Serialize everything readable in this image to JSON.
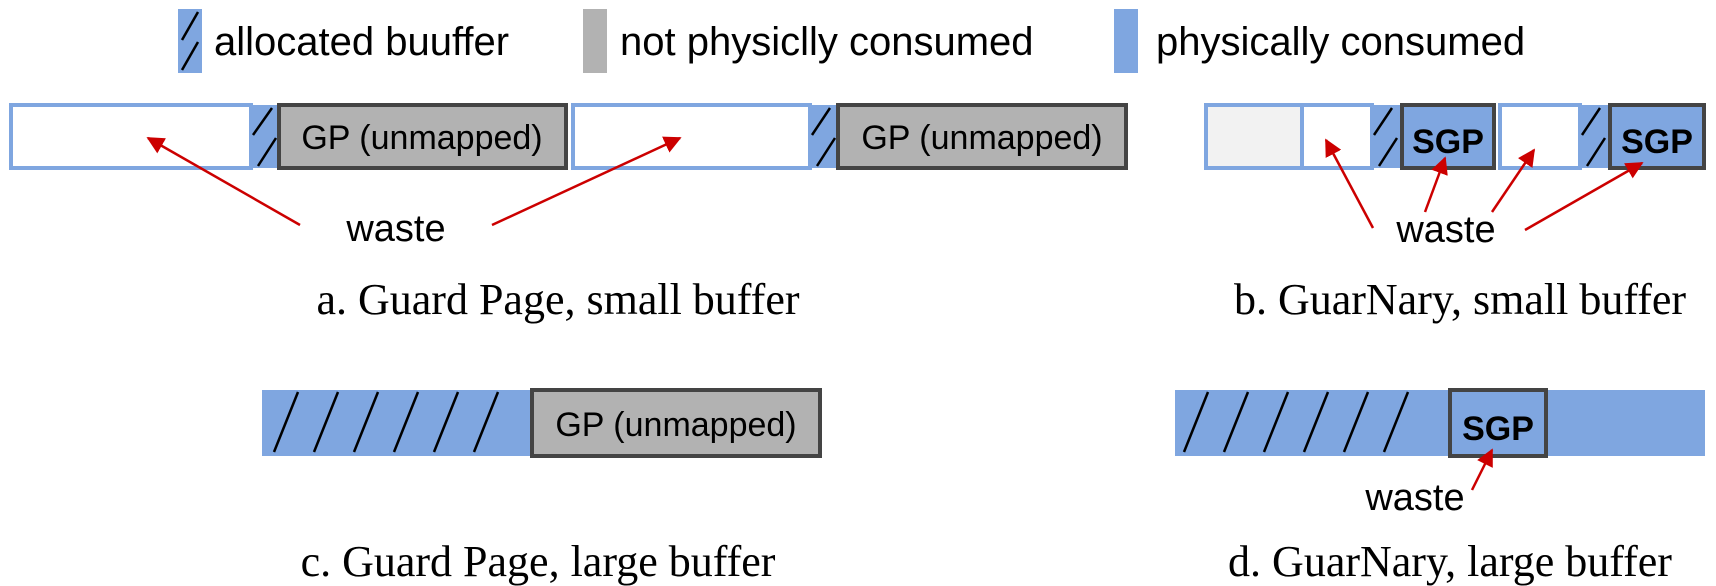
{
  "colors": {
    "allocated": "#7fa6e0",
    "unconsumed": "#b2b2b2",
    "consumed": "#7fa6e0",
    "outline": "#7fa6e0",
    "gp_border": "#444444",
    "freed": "#f2f2f2",
    "arrow": "#cc0000"
  },
  "legend": {
    "allocated": "allocated buuffer",
    "unconsumed": "not physiclly consumed",
    "consumed": "physically consumed"
  },
  "labels": {
    "gp": "GP (unmapped)",
    "sgp": "SGP",
    "waste": "waste"
  },
  "captions": {
    "a": "a. Guard Page, small buffer",
    "b": "b. GuarNary, small buffer",
    "c": "c. Guard Page, large buffer",
    "d": "d. GuarNary, large buffer"
  }
}
